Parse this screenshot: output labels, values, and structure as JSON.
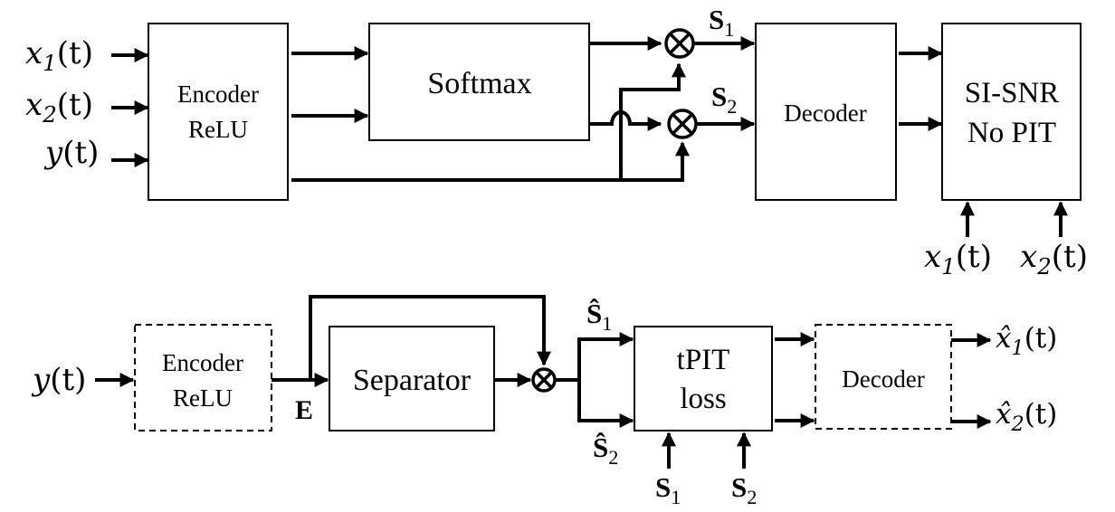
{
  "top": {
    "inputs": {
      "x1": {
        "var": "x",
        "sub": "1",
        "arg": "(t)"
      },
      "x2": {
        "var": "x",
        "sub": "2",
        "arg": "(t)"
      },
      "y": {
        "var": "y",
        "arg": "(t)"
      }
    },
    "encoder": {
      "line1": "Encoder",
      "line2": "ReLU"
    },
    "softmax": {
      "label": "Softmax"
    },
    "s1": {
      "main": "S",
      "sub": "1"
    },
    "s2": {
      "main": "S",
      "sub": "2"
    },
    "decoder": {
      "label": "Decoder"
    },
    "loss": {
      "line1": "SI-SNR",
      "line2": "No PIT"
    },
    "targets": {
      "x1": {
        "var": "x",
        "sub": "1",
        "arg": "(t)"
      },
      "x2": {
        "var": "x",
        "sub": "2",
        "arg": "(t)"
      }
    }
  },
  "bottom": {
    "input": {
      "var": "y",
      "arg": "(t)"
    },
    "encoder": {
      "line1": "Encoder",
      "line2": "ReLU"
    },
    "e_label": "E",
    "separator": {
      "label": "Separator"
    },
    "s1_hat": {
      "main": "Ŝ",
      "sub": "1"
    },
    "s2_hat": {
      "main": "Ŝ",
      "sub": "2"
    },
    "loss": {
      "line1": "tPIT",
      "line2": "loss"
    },
    "s1": {
      "main": "S",
      "sub": "1"
    },
    "s2": {
      "main": "S",
      "sub": "2"
    },
    "decoder": {
      "label": "Decoder"
    },
    "outputs": {
      "x1_hat": {
        "var": "x̂",
        "sub": "1",
        "arg": "(t)"
      },
      "x2_hat": {
        "var": "x̂",
        "sub": "2",
        "arg": "(t)"
      }
    }
  }
}
